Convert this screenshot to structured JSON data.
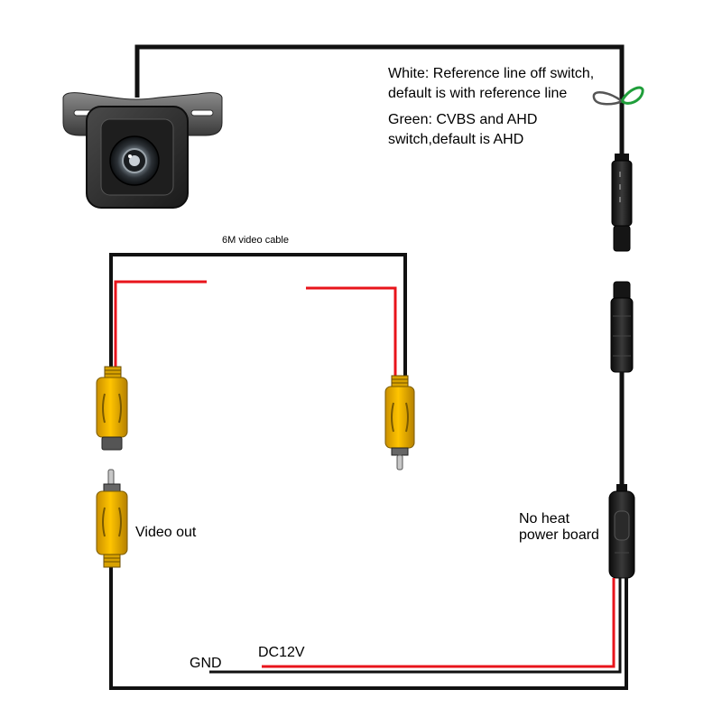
{
  "labels": {
    "white_switch_line1": "White: Reference line off switch,",
    "white_switch_line2": "default is with reference line",
    "green_switch_line1": "Green: CVBS and AHD",
    "green_switch_line2": "switch,default is AHD",
    "video_cable": "6M video cable",
    "video_out": "Video out",
    "power_board_line1": "No heat",
    "power_board_line2": "power board",
    "gnd": "GND",
    "dc12v": "DC12V"
  },
  "colors": {
    "cable_black": "#111111",
    "wire_red": "#e8141b",
    "rca_yellow": "#f5b800",
    "switch_green": "#1f9e3a",
    "camera_body": "#2a2a2a"
  },
  "icons": {
    "camera": "backup-camera-icon",
    "rca_female": "rca-female-connector-icon",
    "rca_male": "rca-male-connector-icon",
    "aviation_connector": "4-pin-aviation-connector-icon",
    "switch_loop": "wire-loop-icon"
  }
}
